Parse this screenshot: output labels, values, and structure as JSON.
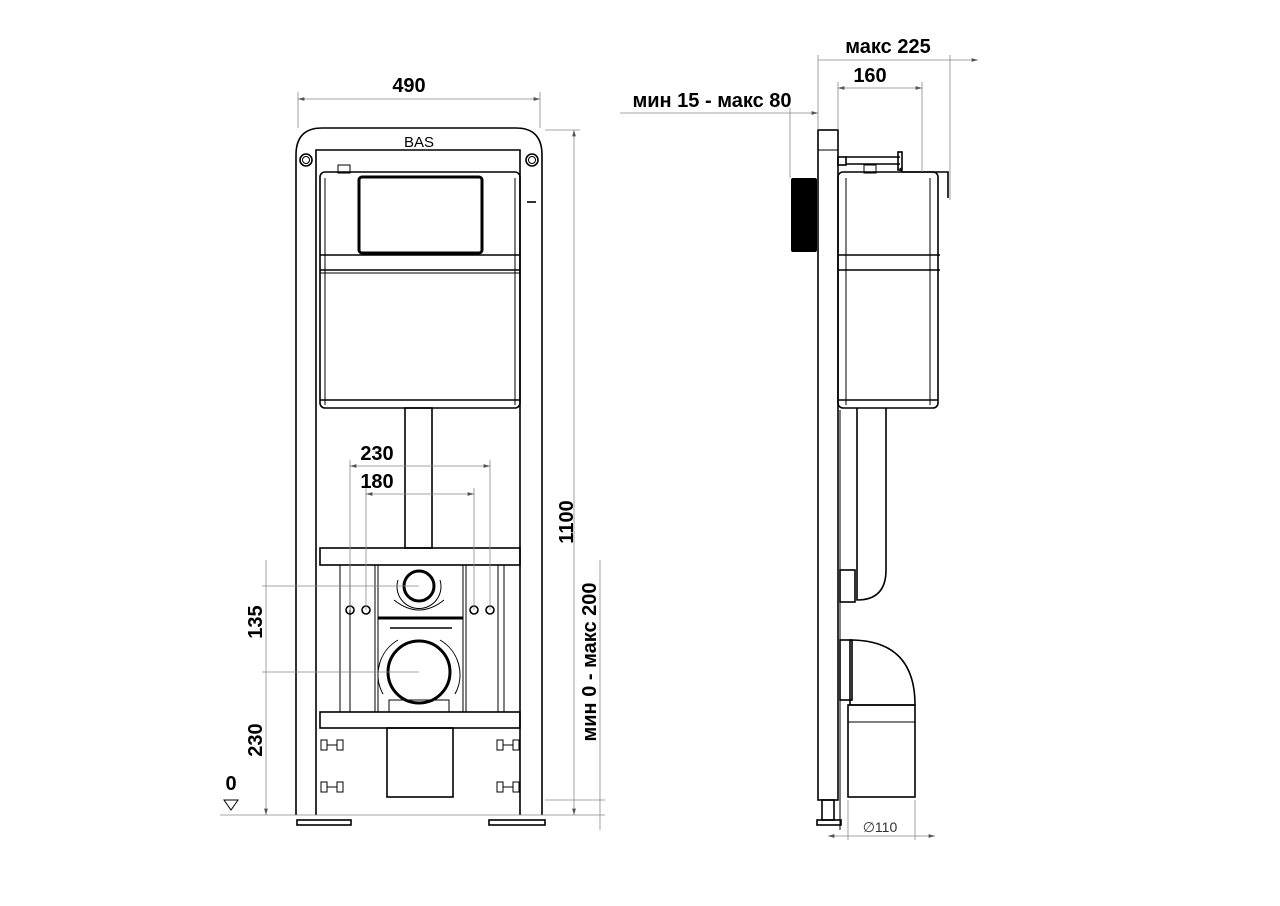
{
  "front_view": {
    "logo": "BAS",
    "dimensions": {
      "width": "490",
      "height": "1100",
      "outer_spacing": "230",
      "inner_spacing": "180",
      "outlet_spacing": "135",
      "outlet_height": "230",
      "floor_level": "0",
      "leg_adjust": "мин 0 - макс 200"
    }
  },
  "side_view": {
    "dimensions": {
      "max_depth": "макс 225",
      "depth": "160",
      "wall_range": "мин 15 - макс 80",
      "pipe_diameter": "∅110"
    }
  }
}
